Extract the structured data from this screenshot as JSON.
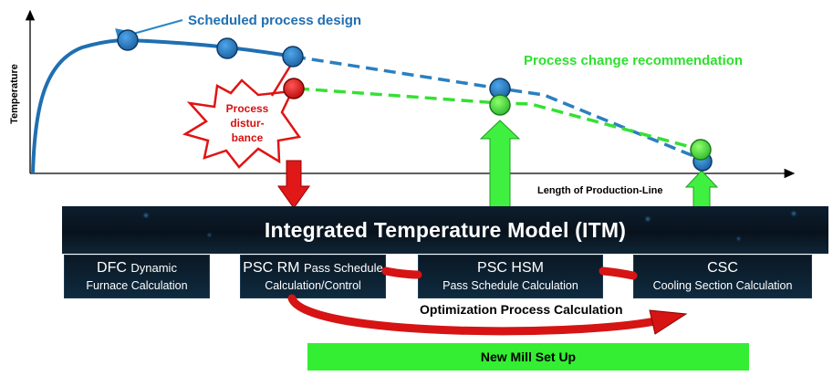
{
  "chart": {
    "ylabel": "Temperature",
    "xlabel": "Length of Production-Line"
  },
  "annotations": {
    "scheduled": "Scheduled process design",
    "recommendation": "Process change recommendation",
    "disturbance_line1": "Process",
    "disturbance_line2": "distur-",
    "disturbance_line3": "bance"
  },
  "model": {
    "title": "Integrated Temperature Model (ITM)",
    "modules": [
      {
        "code": "DFC",
        "inline": "Dynamic",
        "line2": "Furnace Calculation"
      },
      {
        "code": "PSC RM",
        "inline": "Pass Schedule",
        "line2": "Calculation/Control"
      },
      {
        "code": "PSC HSM",
        "inline": "",
        "line2": "Pass Schedule Calculation"
      },
      {
        "code": "CSC",
        "inline": "",
        "line2": "Cooling Section Calculation"
      }
    ]
  },
  "optimization_label": "Optimization Process Calculation",
  "output_label": "New Mill Set Up",
  "colors": {
    "scheduled": "#1f6fb2",
    "recommendation": "#33dd33",
    "disturbance": "#dd1111",
    "band": "#0a1824"
  },
  "chart_data": {
    "type": "line",
    "series": [
      {
        "name": "Scheduled process design",
        "points": [
          [
            0.04,
            0.02
          ],
          [
            0.13,
            0.86
          ],
          [
            0.24,
            0.82
          ],
          [
            0.32,
            0.76
          ],
          [
            0.55,
            0.42
          ],
          [
            0.77,
            0.07
          ]
        ]
      },
      {
        "name": "Process change recommendation",
        "points": [
          [
            0.32,
            0.5
          ],
          [
            0.55,
            0.37
          ],
          [
            0.77,
            0.11
          ]
        ]
      }
    ]
  }
}
